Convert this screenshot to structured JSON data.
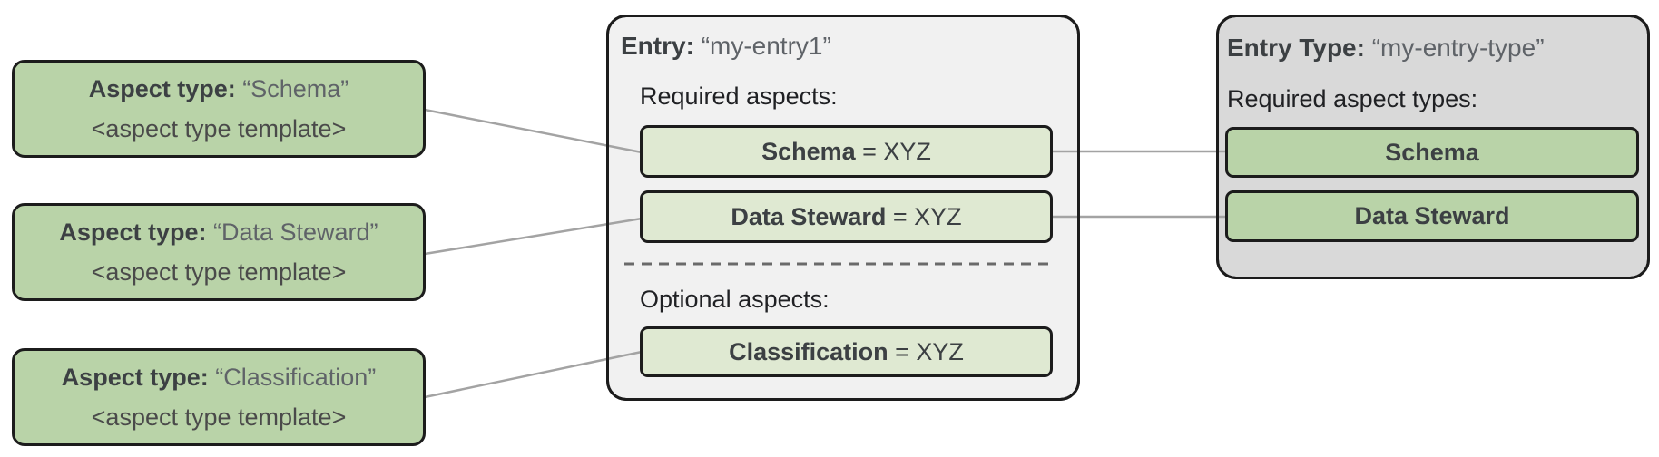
{
  "colors": {
    "aspect_type_green": "#b9d3a8",
    "entry_aspect_green": "#dfe9d2",
    "entry_bg": "#f1f1f1",
    "entry_type_bg": "#d9d9d9",
    "border": "#1c1c1c",
    "connector_gray": "#a3a3a3",
    "bold_text": "#3c4043",
    "quoted_text": "#5f6368"
  },
  "aspect_types": [
    {
      "label": "Aspect type:",
      "name": "“Schema”",
      "template": "<aspect type template>"
    },
    {
      "label": "Aspect type:",
      "name": "“Data Steward”",
      "template": "<aspect type template>"
    },
    {
      "label": "Aspect type:",
      "name": "“Classification”",
      "template": "<aspect type template>"
    }
  ],
  "entry": {
    "label": "Entry:",
    "name": "“my-entry1”",
    "required_heading": "Required aspects:",
    "required_aspects": [
      {
        "name": "Schema",
        "value": " = XYZ"
      },
      {
        "name": "Data Steward",
        "value": " = XYZ"
      }
    ],
    "optional_heading": "Optional aspects:",
    "optional_aspects": [
      {
        "name": "Classification",
        "value": " = XYZ"
      }
    ]
  },
  "entry_type": {
    "label": "Entry Type:",
    "name": "“my-entry-type”",
    "required_heading": "Required aspect types:",
    "required_aspect_types": [
      {
        "name": "Schema"
      },
      {
        "name": "Data Steward"
      }
    ]
  }
}
